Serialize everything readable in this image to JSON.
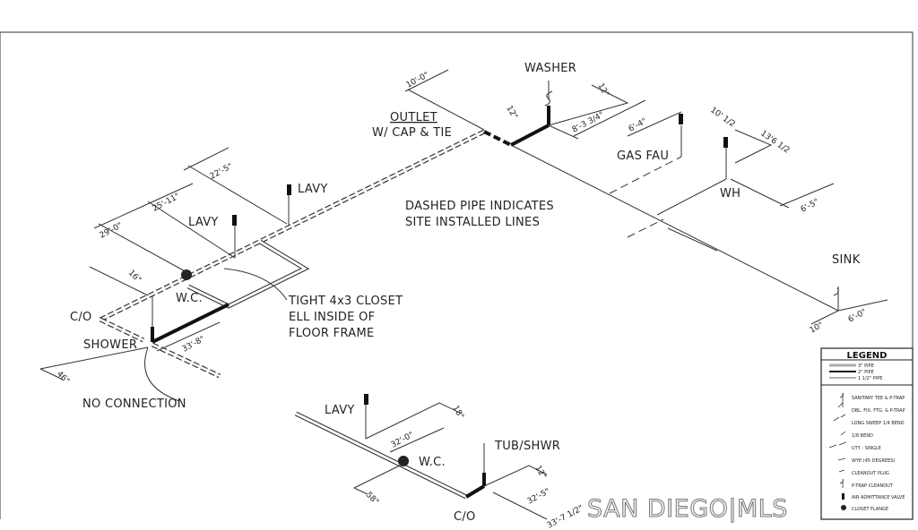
{
  "labels": {
    "washer": "WASHER",
    "outlet": "OUTLET",
    "cap_tie": "W/ CAP & TIE",
    "gas_fau": "GAS FAU",
    "wh": "WH",
    "sink": "SINK",
    "note_line1": "DASHED PIPE INDICATES",
    "note_line2": "SITE INSTALLED LINES",
    "lavy_upper": "LAVY",
    "lavy_left": "LAVY",
    "wc_upper": "W.C.",
    "co_left": "C/O",
    "shower": "SHOWER",
    "closet_line1": "TIGHT 4x3 CLOSET",
    "closet_line2": "ELL INSIDE OF",
    "closet_line3": "FLOOR FRAME",
    "no_connection": "NO CONNECTION",
    "lavy_lower": "LAVY",
    "wc_lower": "W.C.",
    "tub_shwr": "TUB/SHWR",
    "co_lower": "C/O"
  },
  "dimensions": {
    "d1": "10'-0\"",
    "d2": "12\"",
    "d3": "8'-3 3/4\"",
    "d4": "6'-4\"",
    "d5": "10' 1/2",
    "d6": "13'6 1/2",
    "d7": "6'-5\"",
    "d8": "22'-5\"",
    "d9": "25'-11\"",
    "d10": "29'-0\"",
    "d11": "16\"",
    "d12": "33'-8\"",
    "d13": "46\"",
    "d14": "10\"",
    "d15": "6'-0\"",
    "d16": "32'-0\"",
    "d17": "18\"",
    "d18": "58\"",
    "d19": "32'-5\"",
    "d20": "12\"",
    "d21": "33'-7 1/2\"",
    "d22": "12\""
  },
  "legend": {
    "title": "LEGEND",
    "pipes": [
      "3\" PIPE",
      "2\" PIPE",
      "1 1/2\" PIPE"
    ],
    "symbols": [
      "SANITARY TEE & P-TRAP",
      "DBL. FIX. FTG. & P-TRAP",
      "LONG SWEEP 1/4 BEND",
      "1/8 BEND",
      "UTY - SINGLE",
      "WYE (45 DEGREES)",
      "CLEANOUT PLUG",
      "P-TRAP CLEANOUT",
      "AIR ADMITTANCE VALVE",
      "CLOSET FLANGE"
    ]
  },
  "watermark": "SAN DIEGO|MLS"
}
